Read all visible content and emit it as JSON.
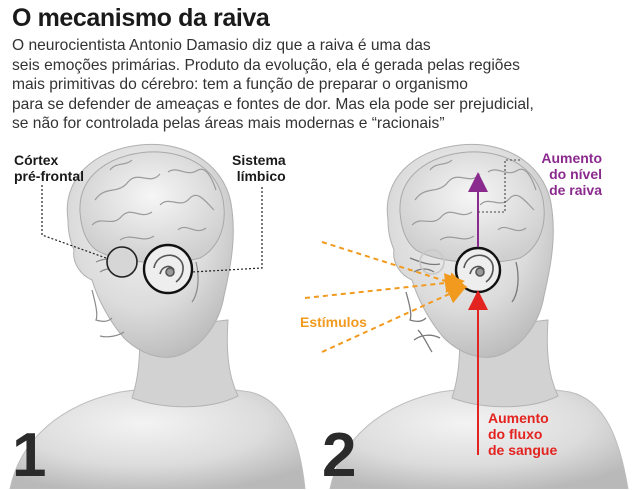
{
  "title": "O mecanismo da raiva",
  "intro_lines": [
    "O neurocientista Antonio Damasio diz que a raiva é uma das",
    "seis emoções primárias. Produto da evolução, ela é gerada pelas regiões",
    "mais primitivas do cérebro: tem a função de preparar o organismo",
    "para se defender de ameaças e fontes de dor. Mas ela pode ser prejudicial,",
    "se não for controlada pelas áreas mais modernas e “racionais”"
  ],
  "panel1": {
    "number": "1",
    "label_cortex": [
      "Córtex",
      "pré-frontal"
    ],
    "label_limbic": [
      "Sistema",
      "límbico"
    ]
  },
  "panel2": {
    "number": "2",
    "label_anger": [
      "Aumento",
      "do nível",
      "de raiva"
    ],
    "label_stimuli": "Estímulos",
    "label_blood": [
      "Aumento",
      "do fluxo",
      "de sangue"
    ]
  },
  "colors": {
    "anger": "#8b2a8e",
    "stimuli": "#f29a1e",
    "blood": "#e3231f",
    "figure": "#d9d9d9",
    "outline": "#222222"
  }
}
